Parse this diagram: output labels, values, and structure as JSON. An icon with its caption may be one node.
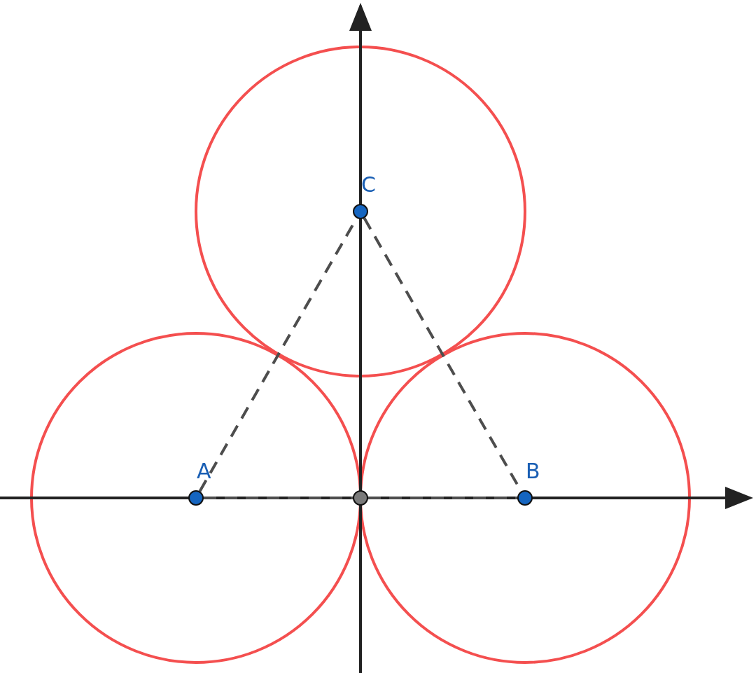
{
  "diagram": {
    "nodes": [
      {
        "text": [
          "C"
        ]
      },
      {
        "text": [
          "A"
        ]
      },
      {
        "text": [],
        "shape": "circle"
      },
      {
        "text": [
          "B"
        ]
      }
    ],
    "edges": [
      {
        "from": 1,
        "to": 0,
        "arrow": "none",
        "style": "dashed"
      },
      {
        "from": 0,
        "to": 3,
        "arrow": "none",
        "style": "dashed"
      },
      {
        "from": 1,
        "to": 2,
        "arrow": "none",
        "style": "dashed"
      },
      {
        "from": 2,
        "to": 3,
        "arrow": "none",
        "style": "dashed"
      }
    ]
  }
}
